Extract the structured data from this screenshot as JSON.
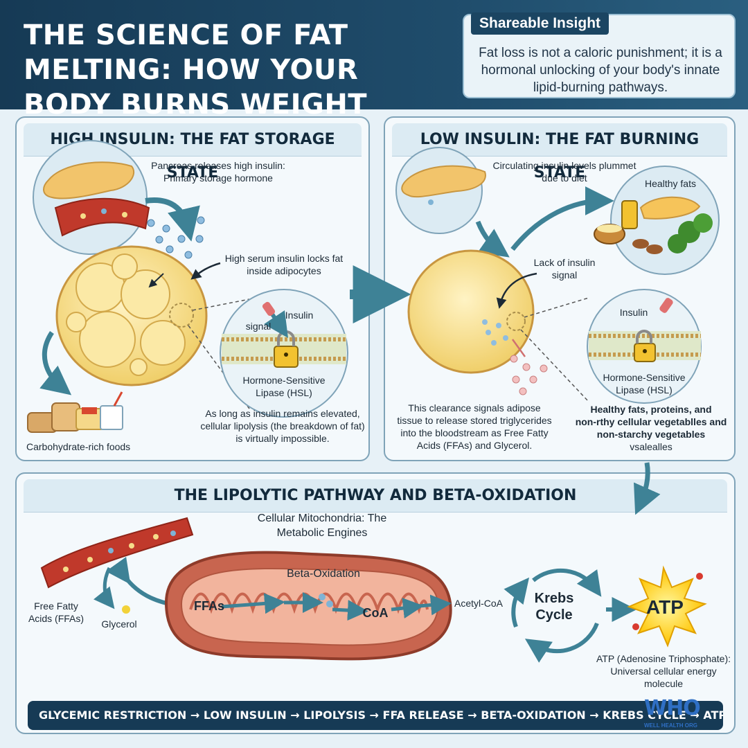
{
  "header": {
    "title": "THE SCIENCE OF FAT MELTING: HOW YOUR BODY BURNS WEIGHT",
    "insight_tag": "Shareable Insight",
    "insight_text": "Fat loss is not a caloric punishment; it is a hormonal unlocking of your body's innate lipid-burning pathways."
  },
  "panel_storage": {
    "title": "HIGH INSULIN: THE FAT STORAGE STATE",
    "pancreas_label": "Pancreas releases high insulin: Primary storage hormone",
    "locks_label": "High serum insulin locks fat inside adipocytes",
    "signal_label": "signal",
    "insulin_label": "Insulin",
    "hsl_label": "Hormone-Sensitive Lipase (HSL)",
    "lipolysis_label": "As long as insulin remains elevated, cellular lipolysis (the breakdown of fat) is virtually impossible.",
    "carb_label": "Carbohydrate-rich foods"
  },
  "panel_burning": {
    "title": "LOW INSULIN: THE FAT BURNING STATE",
    "plummet_label": "Circulating insulin levels plummet due to diet",
    "healthy_fats_label": "Healthy fats",
    "lack_label": "Lack of insulin signal",
    "insulin_label": "Insulin",
    "hsl_label": "Hormone-Sensitive Lipase (HSL)",
    "clearance_label": "This clearance signals adipose tissue to release stored triglycerides into the bloodstream as Free Fatty Acids (FFAs) and Glycerol.",
    "foods_label_1": "Healthy fats, proteins, and",
    "foods_label_2": "non-rthy cellular vegetablles and",
    "foods_label_3": "non-starchy vegetables",
    "foods_label_4": "vsalealles"
  },
  "panel_pathway": {
    "title": "THE LIPOLYTIC PATHWAY AND BETA-OXIDATION",
    "mito_label": "Cellular Mitochondria: The Metabolic Engines",
    "ffa_label": "Free Fatty Acids (FFAs)",
    "glycerol_label": "Glycerol",
    "ffas": "FFAs",
    "beta_label": "Beta-Oxidation",
    "coa": "CoA",
    "acetyl_label": "Acetyl-CoA",
    "krebs_label": "Krebs Cycle",
    "atp": "ATP",
    "atp_desc": "ATP (Adenosine Triphosphate): Universal cellular energy molecule"
  },
  "footer": {
    "flow": "GLYCEMIC RESTRICTION → LOW INSULIN → LIPOLYSIS → FFA RELEASE → BETA-OXIDATION → KREBS CYCLE → ATP PRODUCTION → ENERGY",
    "logo_text": "WHO",
    "logo_sub": "WELL HEALTH ORG"
  },
  "colors": {
    "banner": "#163a55",
    "accent_teal": "#3e8296",
    "fat_yellow": "#f6dc8a",
    "mito_red": "#b85c48",
    "atp_yellow": "#ffd21a"
  }
}
